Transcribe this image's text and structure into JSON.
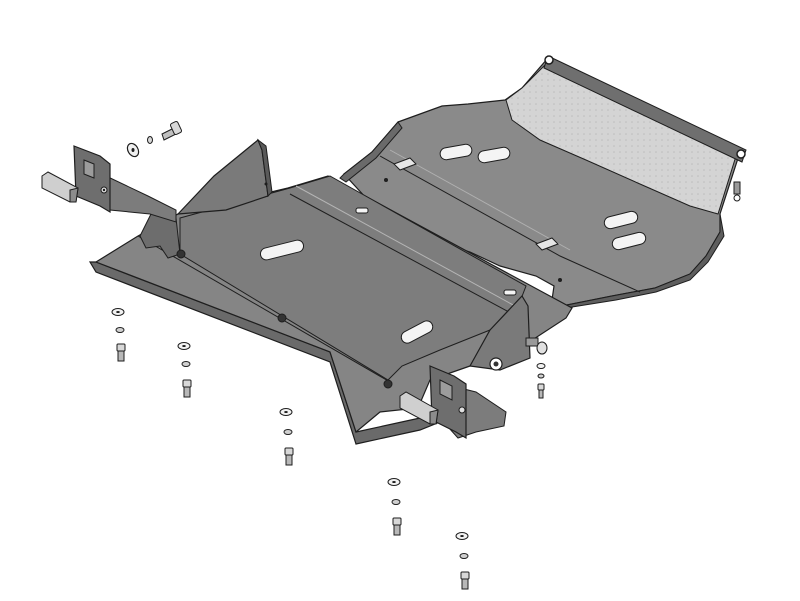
{
  "diagram": {
    "type": "exploded-assembly-illustration",
    "parts": [
      "rear-skid-plate",
      "front-skid-plate",
      "mounting-bracket",
      "bolts",
      "washers",
      "nuts",
      "clamp-plates"
    ],
    "colors": {
      "background": "#ffffff",
      "metal_top": "#8a8a8a",
      "metal_mid": "#7a7a7a",
      "metal_dark": "#555555",
      "metal_edge": "#b5b5b5",
      "mesh_light": "#d2d2d2",
      "outline": "#1e1e1e",
      "slot": "#f4f4f4"
    }
  }
}
